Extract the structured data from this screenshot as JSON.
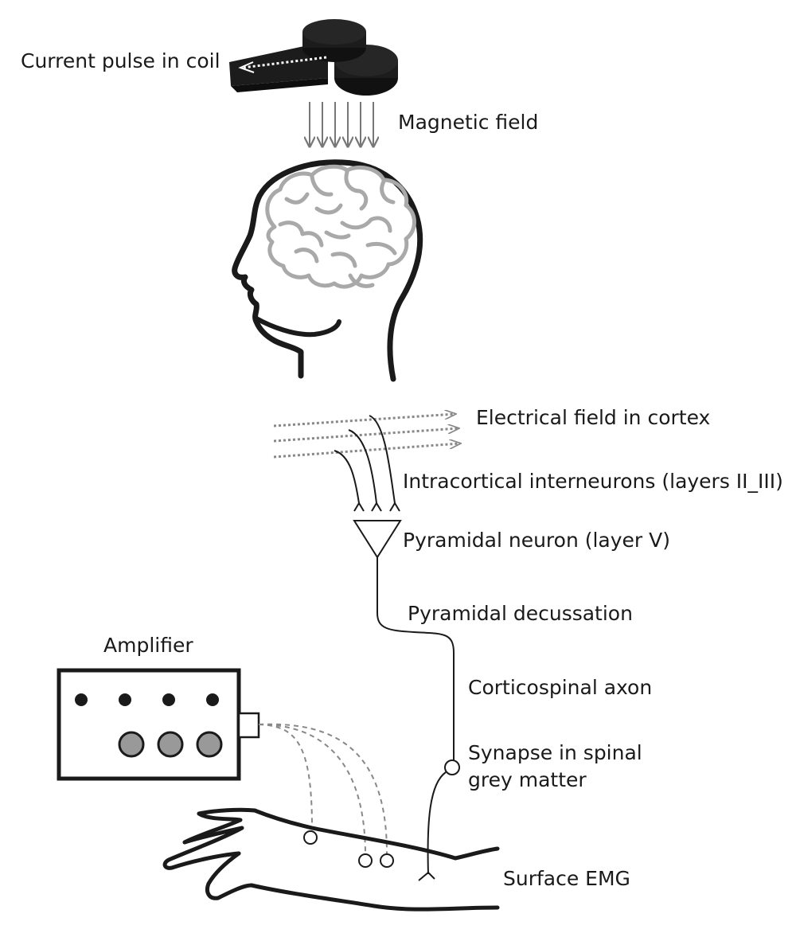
{
  "labels": {
    "coil": "Current pulse in coil",
    "magnetic_field": "Magnetic field",
    "electrical_field": "Electrical field in cortex",
    "interneurons": "Intracortical interneurons (layers II_III)",
    "pyramidal_neuron": "Pyramidal neuron (layer V)",
    "decussation": "Pyramidal decussation",
    "amplifier": "Amplifier",
    "axon": "Corticospinal axon",
    "synapse_line1": "Synapse in spinal",
    "synapse_line2": "grey matter",
    "emg": "Surface EMG"
  },
  "colors": {
    "ink": "#1a1a1a",
    "field_arrows": "#777777",
    "brain": "#a9a9a9",
    "coil": "#1c1c1c",
    "amplifier_knob": "#999999",
    "electrode_lead": "#888888"
  },
  "amplifier": {
    "indicator_dots": 4,
    "knobs": 3
  },
  "electrodes": 3
}
